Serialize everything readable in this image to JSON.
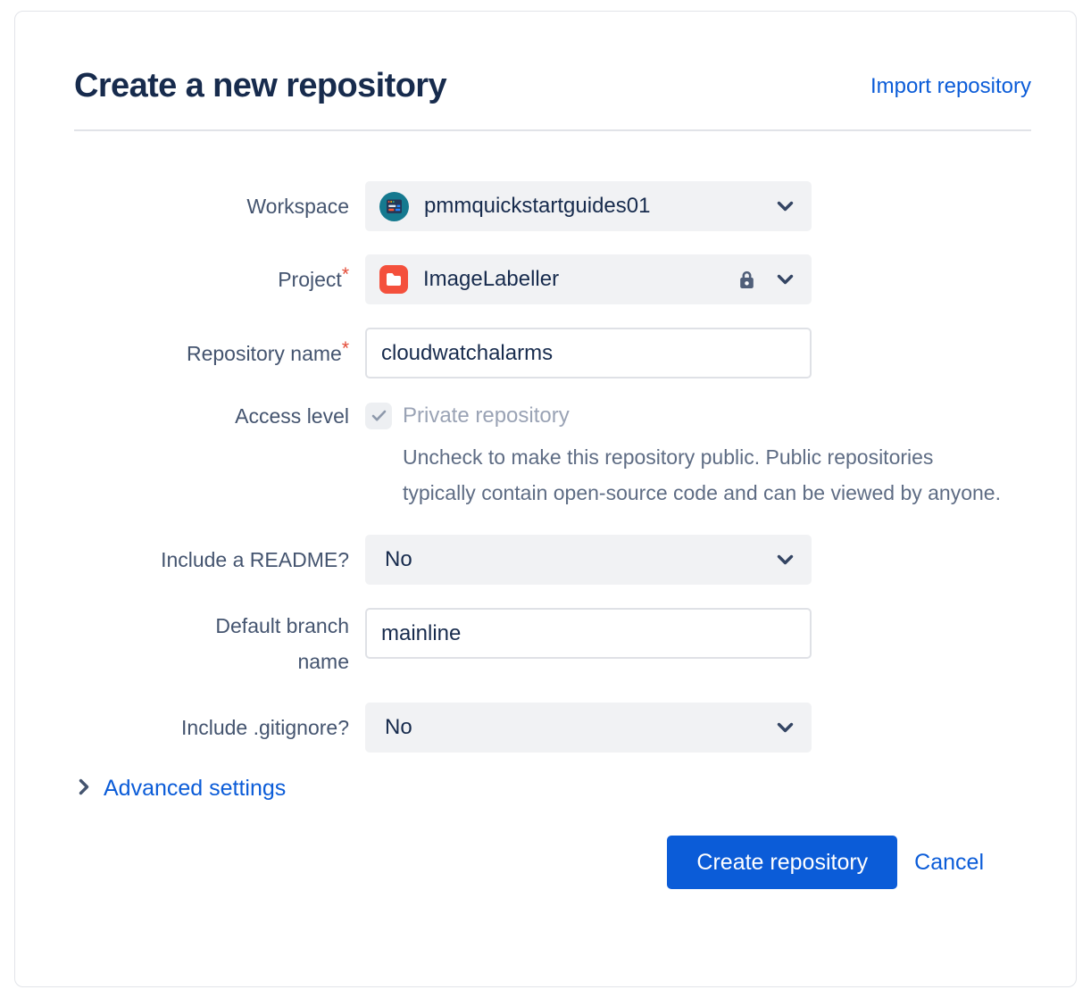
{
  "colors": {
    "accent": "#0B5CD8",
    "title_text": "#172B4D",
    "label_text": "#44546F",
    "value_text": "#172B4D",
    "help_text": "#5E6C84",
    "disabled_text": "#9AA3B5",
    "field_bg": "#F1F2F4",
    "input_border": "#DFE1E6",
    "checkbox_bg": "#EDEFF2",
    "divider": "#E1E3E8",
    "card_border": "#E2E4E9",
    "required": "#E34935",
    "workspace_avatar_teal": "#15798F",
    "workspace_avatar_navy": "#253858",
    "project_icon_red": "#F4503C",
    "lock_icon": "#505F79",
    "chevron": "#344563"
  },
  "header": {
    "title": "Create a new repository",
    "import_link": "Import repository"
  },
  "form": {
    "required_marker": "*",
    "workspace": {
      "label": "Workspace",
      "value": "pmmquickstartguides01"
    },
    "project": {
      "label": "Project",
      "value": "ImageLabeller",
      "locked": true
    },
    "repo_name": {
      "label": "Repository name",
      "value": "cloudwatchalarms"
    },
    "access_level": {
      "label": "Access level",
      "checkbox_label": "Private repository",
      "checked": true,
      "help": "Uncheck to make this repository public. Public repositories typically contain open-source code and can be viewed by anyone."
    },
    "readme": {
      "label": "Include a README?",
      "value": "No"
    },
    "default_branch": {
      "label": "Default branch\nname",
      "value": "mainline"
    },
    "gitignore": {
      "label": "Include .gitignore?",
      "value": "No"
    }
  },
  "advanced": {
    "label": "Advanced settings"
  },
  "actions": {
    "create": "Create repository",
    "cancel": "Cancel"
  }
}
